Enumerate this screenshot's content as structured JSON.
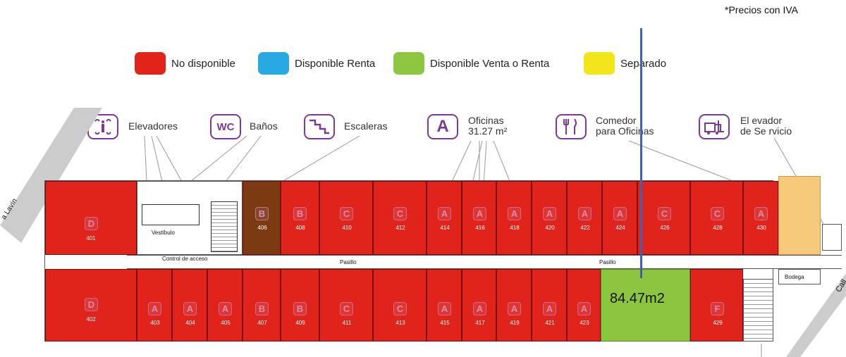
{
  "note": "*Precios con IVA",
  "legend": [
    {
      "label": "No disponible",
      "color": "#e2231a"
    },
    {
      "label": "Disponible Renta",
      "color": "#29a9e1"
    },
    {
      "label": "Disponible Venta o Renta",
      "color": "#8dc63f"
    },
    {
      "label": "Separado",
      "color": "#f2e51a"
    }
  ],
  "icons": {
    "elevadores": {
      "label": "Elevadores",
      "icon": "elevator-icon"
    },
    "banos": {
      "label": "Baños",
      "glyph": "WC",
      "icon": "wc-icon"
    },
    "escaleras": {
      "label": "Escaleras",
      "icon": "stairs-icon"
    },
    "oficinas": {
      "label1": "Oficinas",
      "label2": "31.27 m²",
      "glyph": "A",
      "icon": "office-a-icon"
    },
    "comedor": {
      "label1": "Comedor",
      "label2": "para Oficinas",
      "icon": "dining-icon"
    },
    "elev_servicio": {
      "label1": "El evador",
      "label2": "de Se rvicio",
      "icon": "service-elevator-icon"
    }
  },
  "plan": {
    "vestibulo": "Vestíbulo",
    "control": "Control de acceso",
    "pasillo1": "Pasillo",
    "pasillo2": "Pasillo",
    "bodega": "Bodega",
    "street_left": "a Lavín",
    "street_right": "Call",
    "selected_area": "84.47m2"
  },
  "units_top": [
    {
      "id": "401",
      "type": "D"
    },
    {
      "id": "406",
      "type": "B"
    },
    {
      "id": "408",
      "type": "B"
    },
    {
      "id": "410",
      "type": "C"
    },
    {
      "id": "412",
      "type": "C"
    },
    {
      "id": "414",
      "type": "A"
    },
    {
      "id": "416",
      "type": "A"
    },
    {
      "id": "418",
      "type": "A"
    },
    {
      "id": "420",
      "type": "A"
    },
    {
      "id": "422",
      "type": "A"
    },
    {
      "id": "424",
      "type": "A"
    },
    {
      "id": "426",
      "type": "C"
    },
    {
      "id": "428",
      "type": "C"
    },
    {
      "id": "430",
      "type": "A"
    }
  ],
  "units_bottom": [
    {
      "id": "402",
      "type": "D"
    },
    {
      "id": "403",
      "type": "A"
    },
    {
      "id": "404",
      "type": "A"
    },
    {
      "id": "405",
      "type": "A"
    },
    {
      "id": "407",
      "type": "B"
    },
    {
      "id": "409",
      "type": "B"
    },
    {
      "id": "411",
      "type": "C"
    },
    {
      "id": "413",
      "type": "C"
    },
    {
      "id": "415",
      "type": "A"
    },
    {
      "id": "417",
      "type": "A"
    },
    {
      "id": "419",
      "type": "A"
    },
    {
      "id": "421",
      "type": "A"
    },
    {
      "id": "423",
      "type": "A"
    },
    {
      "id": "429",
      "type": "F"
    }
  ]
}
